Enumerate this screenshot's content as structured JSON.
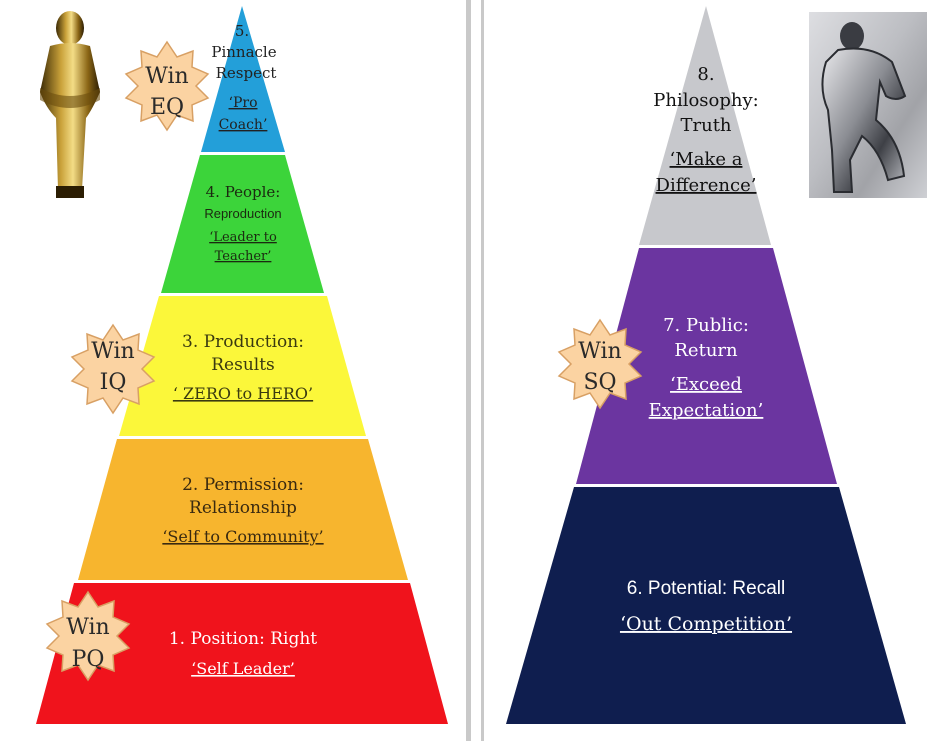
{
  "colors": {
    "divider": "#c9c9c9",
    "left_l1": "#f0131c",
    "left_l2": "#f7b52e",
    "left_l3": "#fbf73a",
    "left_l4": "#3cd43a",
    "left_l5": "#239fd9",
    "right_l6": "#0f1e4f",
    "right_l7": "#6b35a0",
    "right_l8": "#c7c8cc",
    "badge_fill": "#fbd3a2",
    "badge_stroke": "#d8a064"
  },
  "left_pyramid": {
    "levels": [
      {
        "line1": "1. Position: Right",
        "line2": "‘Self Leader’"
      },
      {
        "line1": "2. Permission:",
        "line1b": "Relationship",
        "line2": "‘Self to Community’"
      },
      {
        "line1": "3. Production:",
        "line1b": "Results",
        "line2": "‘ ZERO to HERO’"
      },
      {
        "line1": "4. People:",
        "line1b": "Reproduction",
        "line2": "‘Leader to",
        "line2b": "Teacher’"
      },
      {
        "line1": "5.",
        "line1b": "Pinnacle",
        "line1c": "Respect",
        "line2": "‘Pro",
        "line2b": "Coach’"
      }
    ],
    "badges": [
      {
        "line1": "Win",
        "line2": "PQ"
      },
      {
        "line1": "Win",
        "line2": "IQ"
      },
      {
        "line1": "Win",
        "line2": "EQ"
      }
    ],
    "image_icon": "golden-trophy-statue-icon"
  },
  "right_pyramid": {
    "levels": [
      {
        "line1": "6. Potential: Recall",
        "line2": "‘Out Competition’"
      },
      {
        "line1": "7. Public:",
        "line1b": "Return",
        "line2": "‘Exceed",
        "line2b": "Expectation’"
      },
      {
        "line1": "8.",
        "line1b": "Philosophy:",
        "line1c": "Truth",
        "line2": "‘Make a",
        "line2b": "Difference’"
      }
    ],
    "badges": [
      {
        "line1": "Win",
        "line2": "SQ"
      }
    ],
    "image_icon": "metallic-sculpture-figure-icon"
  }
}
